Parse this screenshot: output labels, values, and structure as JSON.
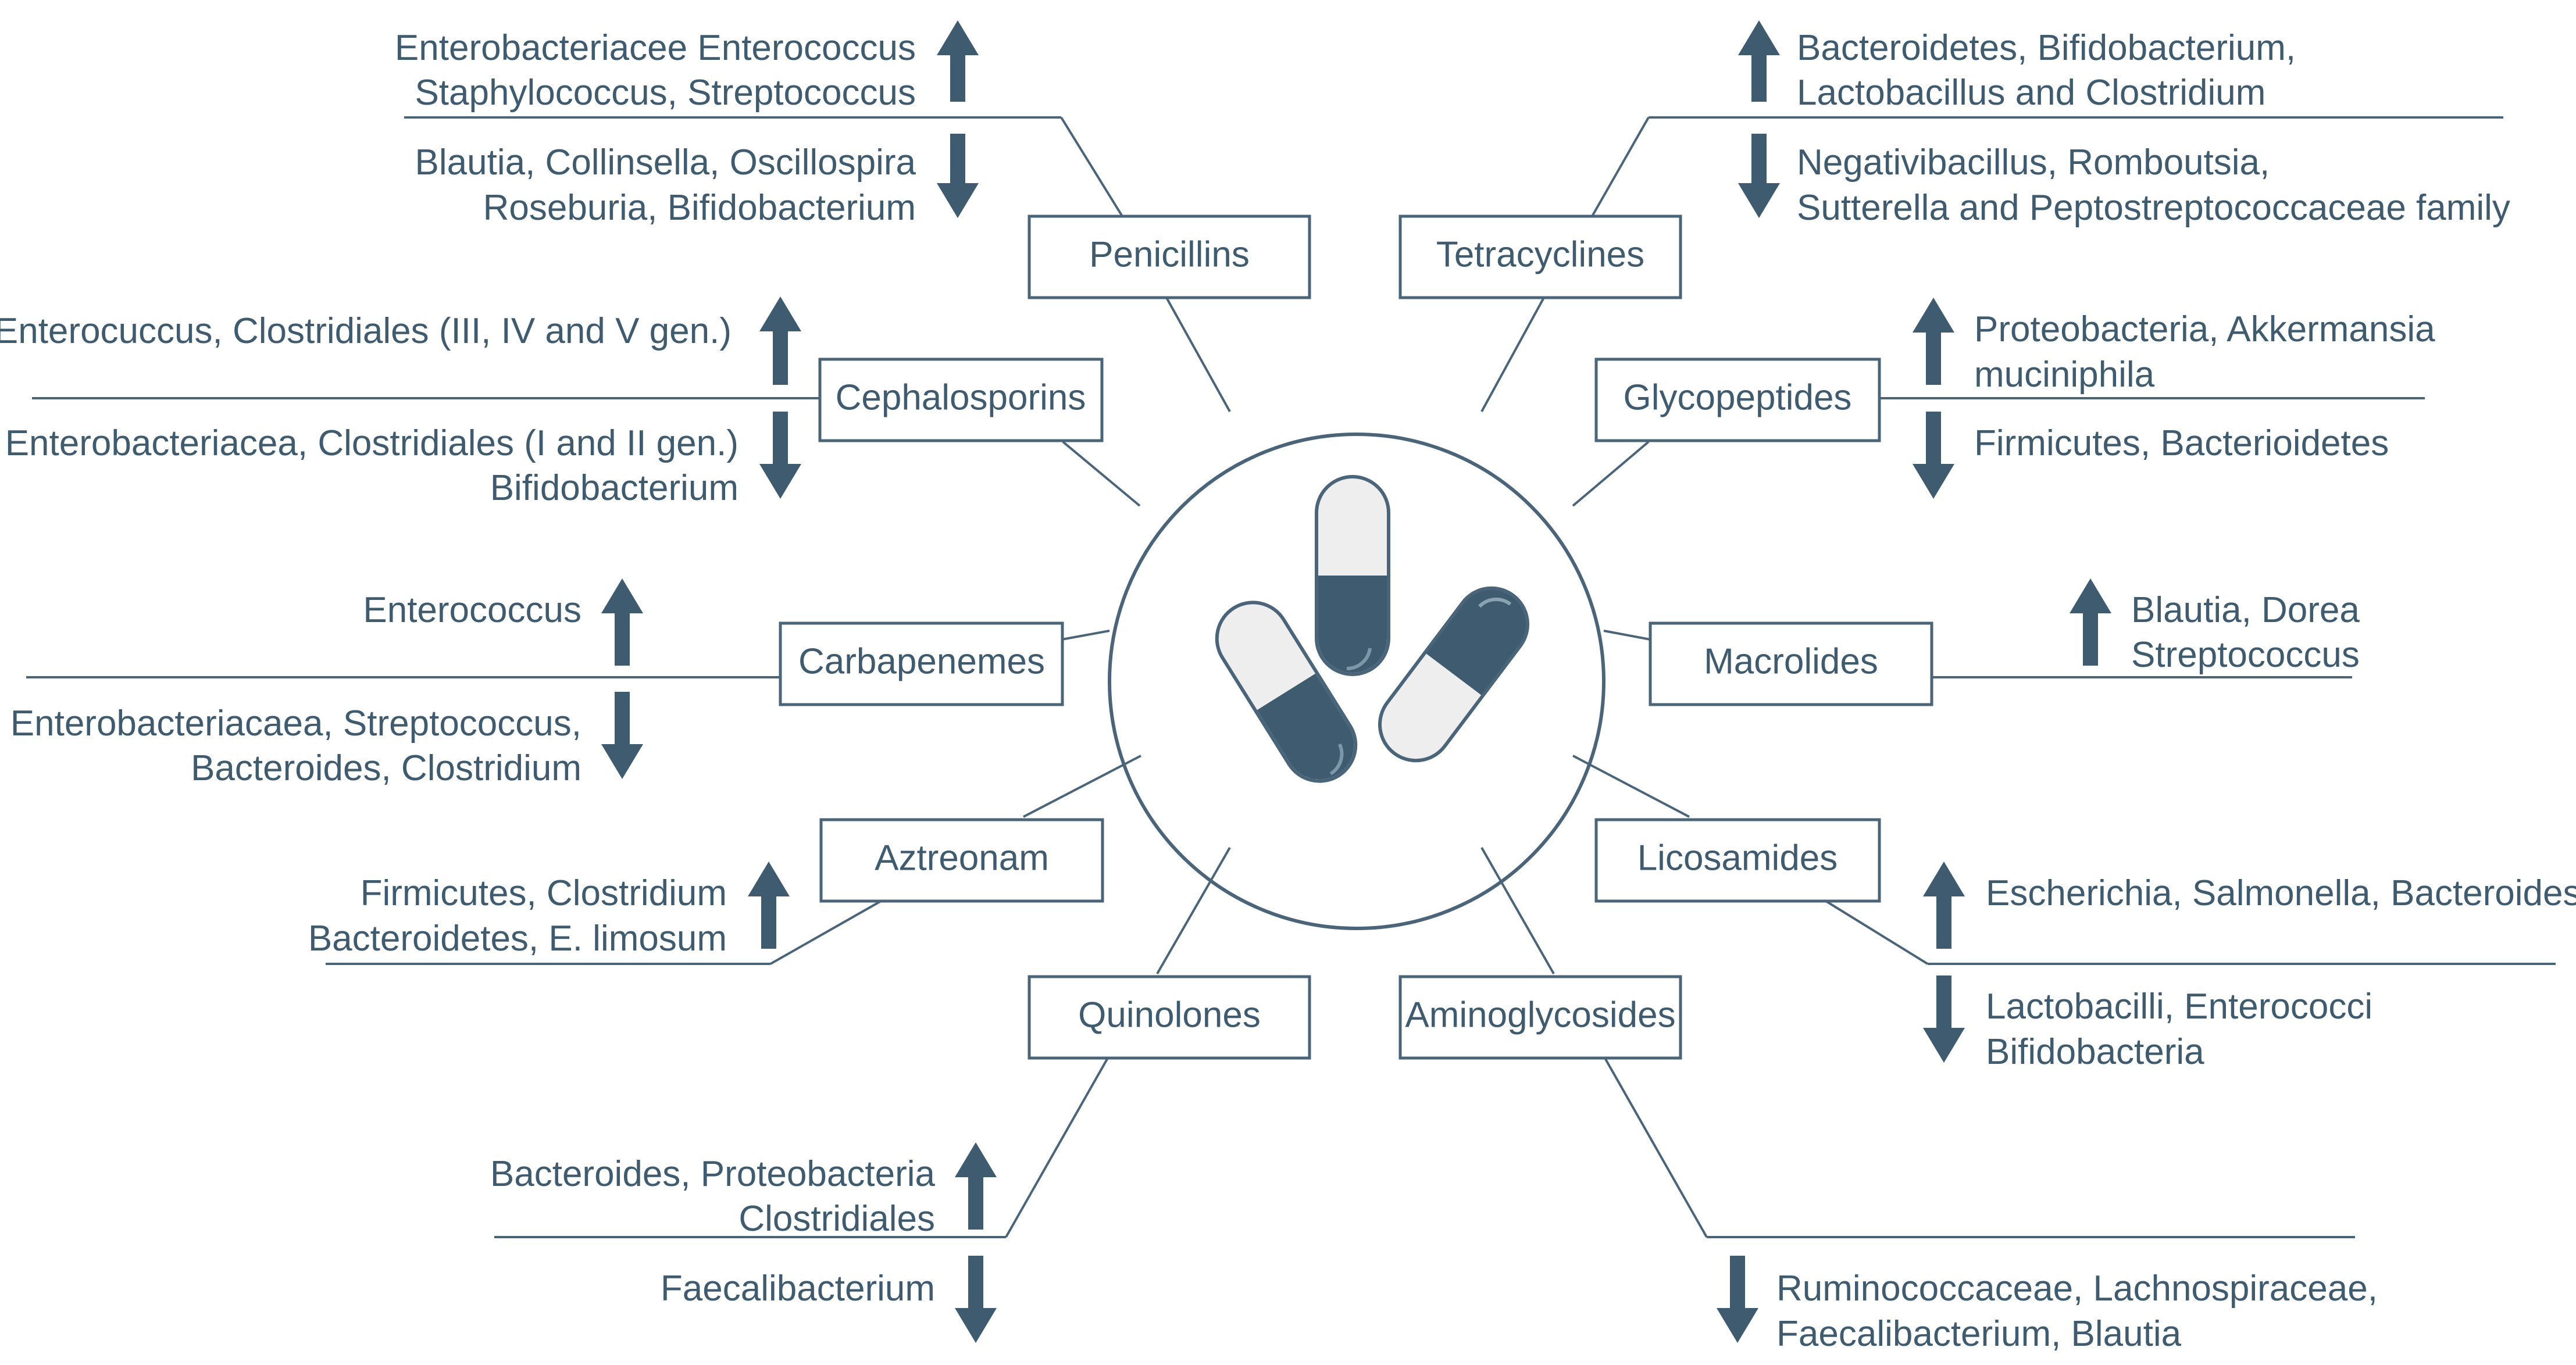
{
  "colors": {
    "ink": "#3f5b70",
    "capsule_dark": "#3f5b70",
    "capsule_light": "#eeeeee"
  },
  "center_icon": "antibiotic-capsules-icon",
  "classes": [
    {
      "id": "penicillins",
      "name": "Penicillins",
      "up": [
        "Enterobacteriacee Enterococcus",
        "Staphylococcus, Streptococcus"
      ],
      "down": [
        "Blautia, Collinsella, Oscillospira",
        "Roseburia, Bifidobacterium"
      ]
    },
    {
      "id": "tetracyclines",
      "name": "Tetracyclines",
      "up": [
        "Bacteroidetes, Bifidobacterium,",
        "Lactobacillus and Clostridium"
      ],
      "down": [
        "Negativibacillus, Romboutsia,",
        "Sutterella and Peptostreptococcaceae family"
      ]
    },
    {
      "id": "cephalosporins",
      "name": "Cephalosporins",
      "up": [
        "Enterocuccus, Clostridiales (III, IV and V gen.)"
      ],
      "down": [
        "Enterobacteriacea, Clostridiales (I and II gen.)",
        "Bifidobacterium"
      ]
    },
    {
      "id": "glycopeptides",
      "name": "Glycopeptides",
      "up": [
        "Proteobacteria, Akkermansia",
        "muciniphila"
      ],
      "down": [
        "Firmicutes, Bacterioidetes"
      ]
    },
    {
      "id": "carbapenemes",
      "name": "Carbapenemes",
      "up": [
        "Enterococcus"
      ],
      "down": [
        "Enterobacteriacaea, Streptococcus,",
        "Bacteroides, Clostridium"
      ]
    },
    {
      "id": "macrolides",
      "name": "Macrolides",
      "up": [
        "Blautia, Dorea",
        "Streptococcus"
      ],
      "down": []
    },
    {
      "id": "aztreonam",
      "name": "Aztreonam",
      "up": [
        "Firmicutes, Clostridium",
        "Bacteroidetes, E. limosum"
      ],
      "down": []
    },
    {
      "id": "licosamides",
      "name": "Licosamides",
      "up": [
        "Escherichia, Salmonella, Bacteroides"
      ],
      "down": [
        "Lactobacilli, Enterococci",
        "Bifidobacteria"
      ]
    },
    {
      "id": "quinolones",
      "name": "Quinolones",
      "up": [
        "Bacteroides, Proteobacteria",
        "Clostridiales"
      ],
      "down": [
        "Faecalibacterium"
      ]
    },
    {
      "id": "aminoglycosides",
      "name": "Aminoglycosides",
      "up": [],
      "down": [
        "Ruminococcaceae, Lachnospiraceae,",
        "Faecalibacterium, Blautia"
      ]
    }
  ]
}
